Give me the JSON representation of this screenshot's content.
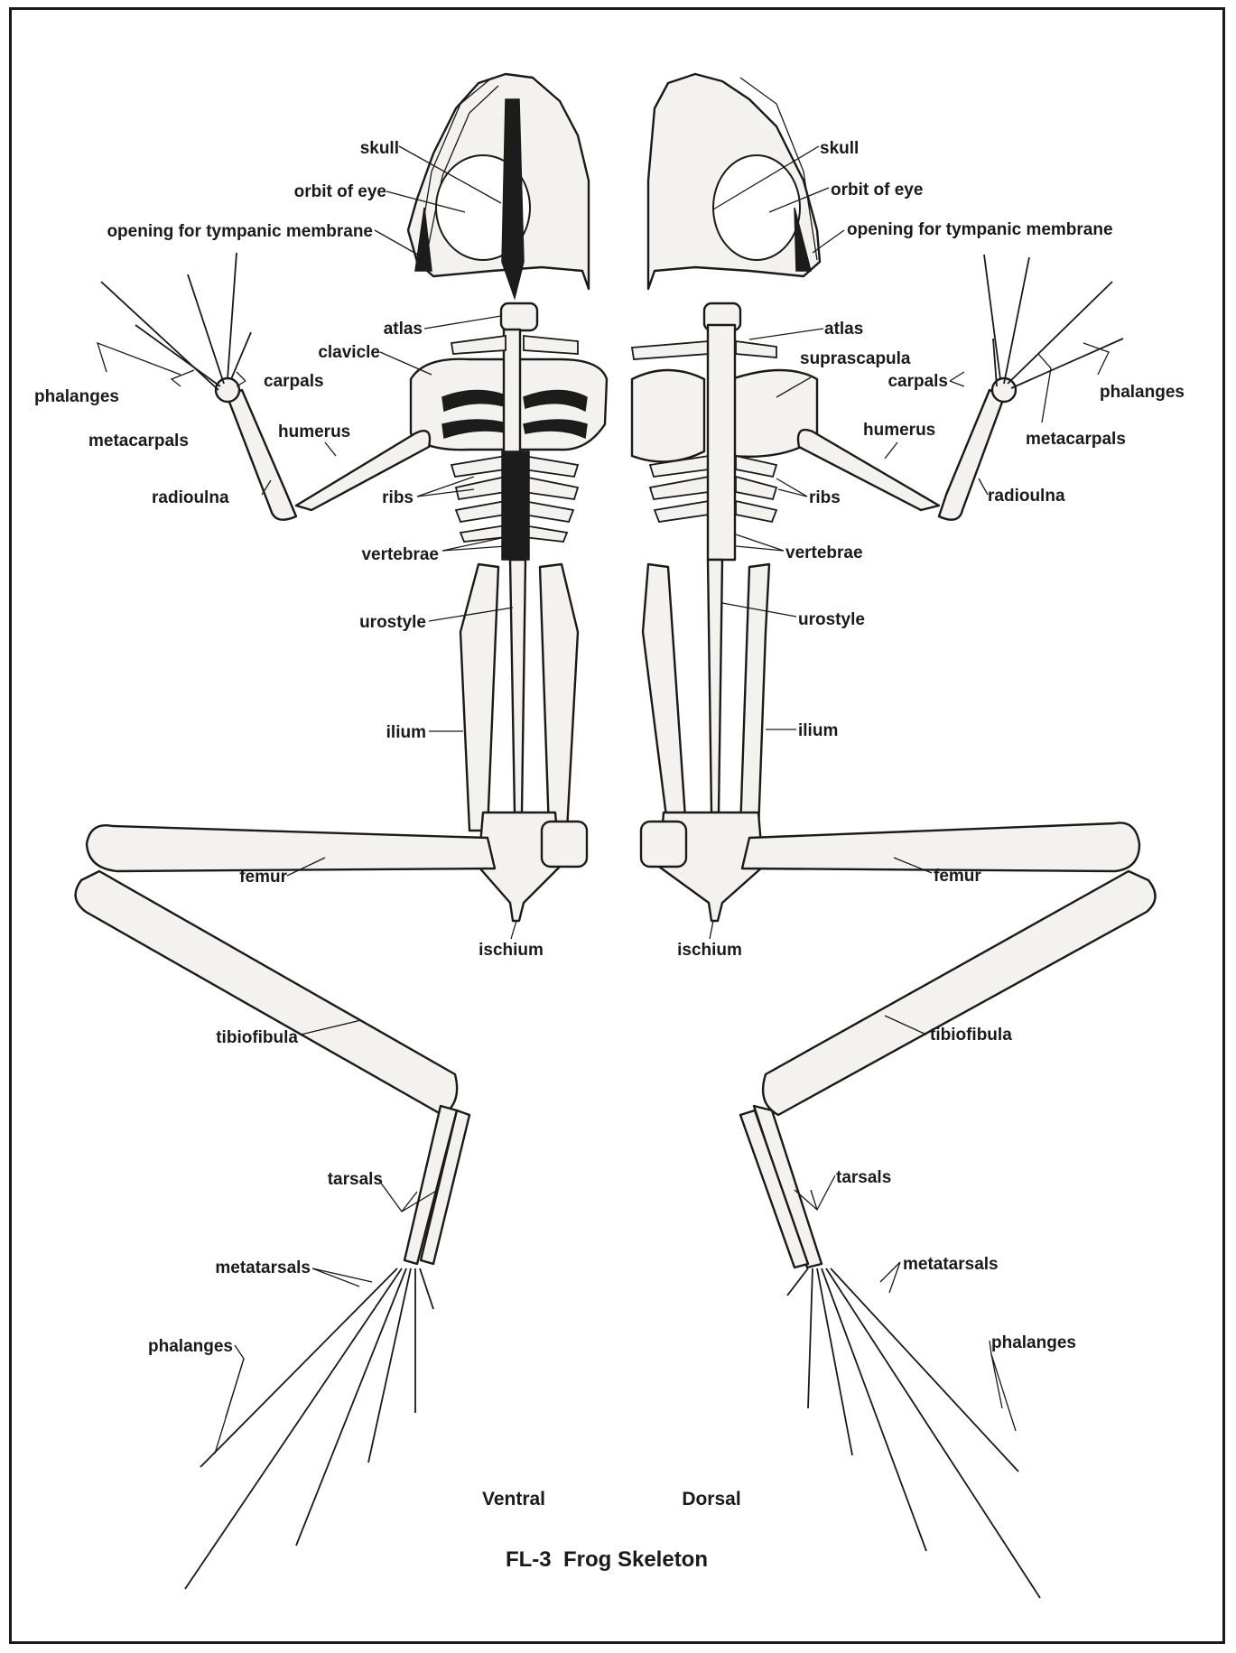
{
  "figure": {
    "caption": "FL-3  Frog Skeleton",
    "views": {
      "ventral": "Ventral",
      "dorsal": "Dorsal"
    }
  },
  "labels": {
    "ventral": {
      "skull": "skull",
      "orbit": "orbit of eye",
      "tympanic": "opening for tympanic membrane",
      "atlas": "atlas",
      "clavicle": "clavicle",
      "carpals": "carpals",
      "phalanges_hand": "phalanges",
      "metacarpals": "metacarpals",
      "humerus": "humerus",
      "radioulna": "radioulna",
      "ribs": "ribs",
      "vertebrae": "vertebrae",
      "urostyle": "urostyle",
      "ilium": "ilium",
      "femur": "femur",
      "ischium": "ischium",
      "tibiofibula": "tibiofibula",
      "tarsals": "tarsals",
      "metatarsals": "metatarsals",
      "phalanges_foot": "phalanges"
    },
    "dorsal": {
      "skull": "skull",
      "orbit": "orbit of eye",
      "tympanic": "opening for tympanic membrane",
      "atlas": "atlas",
      "suprascapula": "suprascapula",
      "carpals": "carpals",
      "phalanges_hand": "phalanges",
      "metacarpals": "metacarpals",
      "humerus": "humerus",
      "radioulna": "radioulna",
      "ribs": "ribs",
      "vertebrae": "vertebrae",
      "urostyle": "urostyle",
      "ilium": "ilium",
      "femur": "femur",
      "ischium": "ischium",
      "tibiofibula": "tibiofibula",
      "tarsals": "tarsals",
      "metatarsals": "metatarsals",
      "phalanges_foot": "phalanges"
    }
  }
}
